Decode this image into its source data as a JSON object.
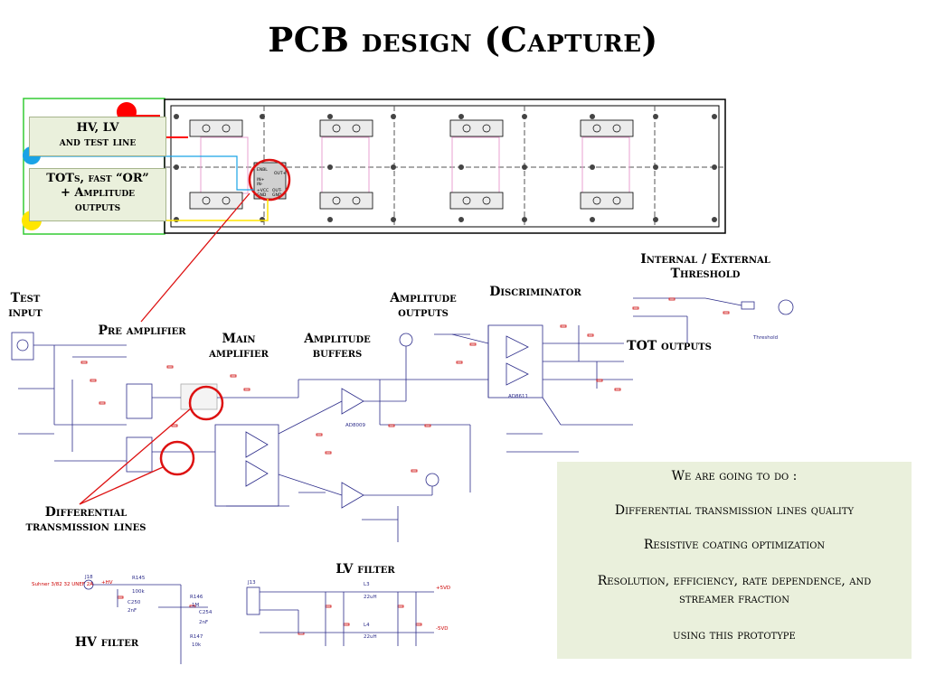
{
  "slide": {
    "title": "PCB design (Capture)"
  },
  "board": {
    "hv_callout": [
      "HV, LV",
      "and test line"
    ],
    "tot_callout": [
      "TOTs, fast “OR”",
      "+ Amplitude",
      "outputs"
    ],
    "chip_labels": [
      "ENBL",
      "OUT+",
      "IN+",
      "IN-",
      "+VCC",
      "GND",
      "OUT-",
      "GND"
    ]
  },
  "labels": {
    "test_input": [
      "Test",
      "input"
    ],
    "pre_amplifier": "Pre amplifier",
    "main_amplifier": [
      "Main",
      "amplifier"
    ],
    "amplitude_buffers": [
      "Amplitude",
      "buffers"
    ],
    "amplitude_outputs": [
      "Amplitude",
      "outputs"
    ],
    "discriminator": "Discriminator",
    "threshold": [
      "Internal / External",
      "Threshold"
    ],
    "tot_outputs": "TOT outputs",
    "diff_lines": [
      "Differential",
      "transmission lines"
    ],
    "lv_filter": "LV filter",
    "hv_filter": "HV filter"
  },
  "notes": {
    "heading": "We are going  to do :",
    "items": [
      "Differential transmission lines quality",
      "Resistive coating optimization",
      "Resolution, efficiency, rate dependence, and streamer fraction",
      "using this prototype"
    ]
  },
  "schematic_text": {
    "hv_conn": "Suhner 3/82 32 UNEF 2A",
    "j18": "J18",
    "hv": "+HV",
    "r145": "R145",
    "r145v": "100k",
    "c250": "C250",
    "c250v": "2nF",
    "r146": "R146",
    "r146v": "1M",
    "c254": "C254",
    "c254v": "2nF",
    "r147": "R147",
    "r147v": "10k",
    "j13": "J13",
    "l3": "L3",
    "l3v": "22uH",
    "l4": "L4",
    "l4v": "22uH",
    "p5vd": "+5VD",
    "m5vd": "-5VD",
    "ad": "AD8009",
    "ad8611": "AD8611",
    "threshold_small": "Threshold"
  },
  "colors": {
    "wire": "#2c2c8a",
    "net": "#cc0000",
    "callout_bg": "#eaf0dc",
    "red_dot": "#ff0000",
    "cyan_dot": "#1aa3e6",
    "yellow_dot": "#ffe600"
  }
}
